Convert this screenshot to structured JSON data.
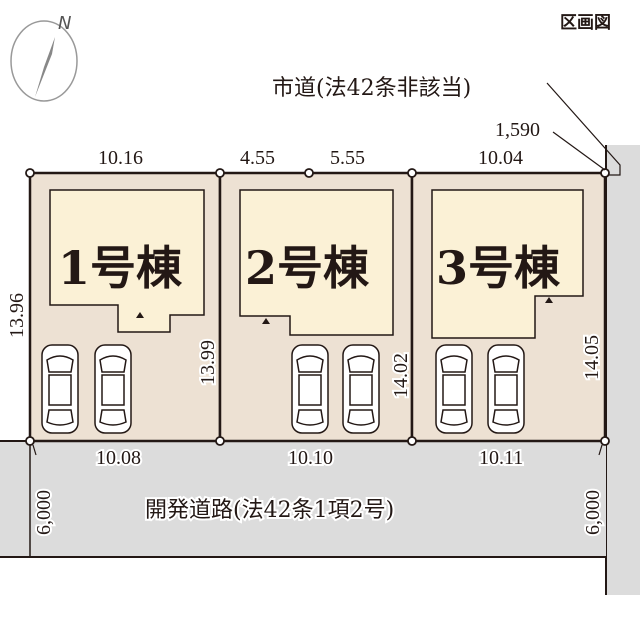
{
  "title": "区画図",
  "north_label": "N",
  "city_road_label": "市道(法42条非該当)",
  "city_road_dim": "1,590",
  "dev_road_label": "開発道路(法42条1項2号)",
  "road_width_left": "6,000",
  "road_width_right": "6,000",
  "lots": [
    {
      "name": "1号棟",
      "top": "10.16",
      "bottom": "10.08",
      "left": "13.96",
      "right": "13.99"
    },
    {
      "name": "2号棟",
      "top_a": "4.55",
      "top_b": "5.55",
      "bottom": "10.10",
      "right": "14.02"
    },
    {
      "name": "3号棟",
      "top": "10.04",
      "bottom": "10.11",
      "right": "14.05"
    }
  ],
  "colors": {
    "lot": "#ede1d3",
    "house": "#fbf1d6",
    "road": "#dcdcdc",
    "line": "#231815"
  }
}
